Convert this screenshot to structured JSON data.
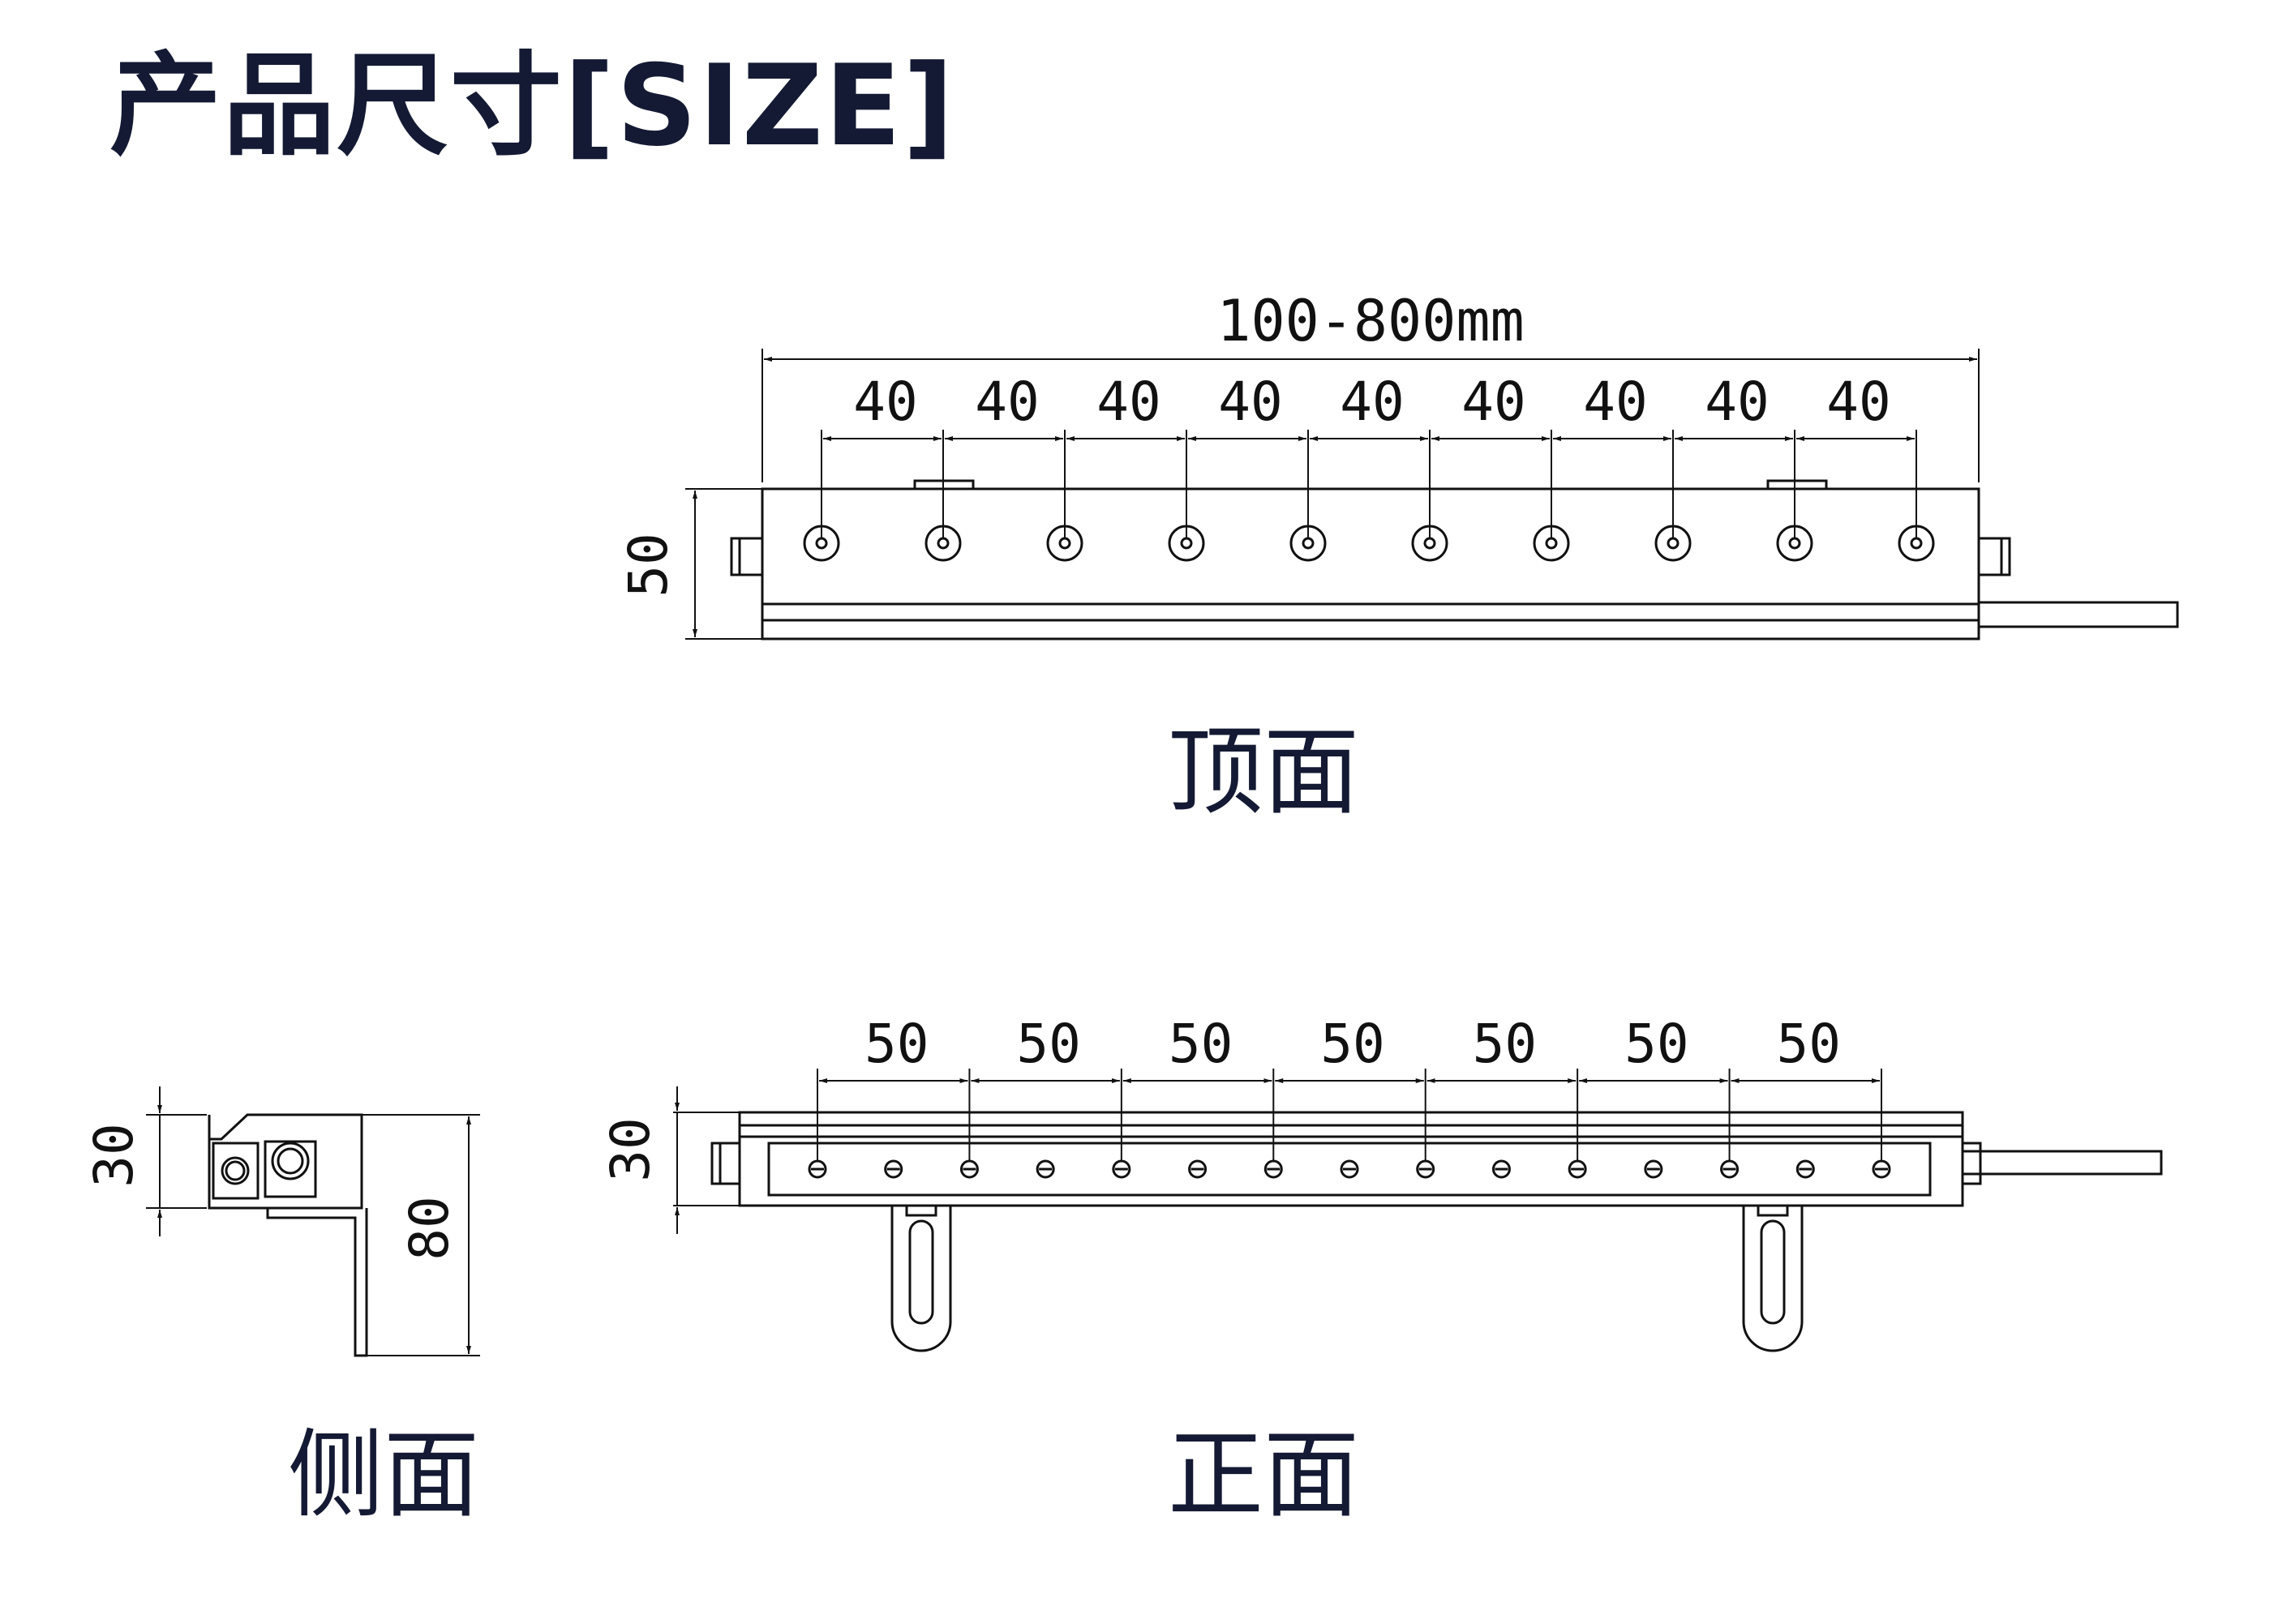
{
  "title": "产品尺寸[SIZE]",
  "views": {
    "top": {
      "label": "顶面",
      "overall_length": "100-800mm",
      "height": "50",
      "spacing": [
        "40",
        "40",
        "40",
        "40",
        "40",
        "40",
        "40",
        "40",
        "40"
      ]
    },
    "side": {
      "label": "侧面",
      "height": "30",
      "total_height": "80"
    },
    "front": {
      "label": "正面",
      "height": "30",
      "spacing": [
        "50",
        "50",
        "50",
        "50",
        "50",
        "50",
        "50"
      ]
    }
  }
}
